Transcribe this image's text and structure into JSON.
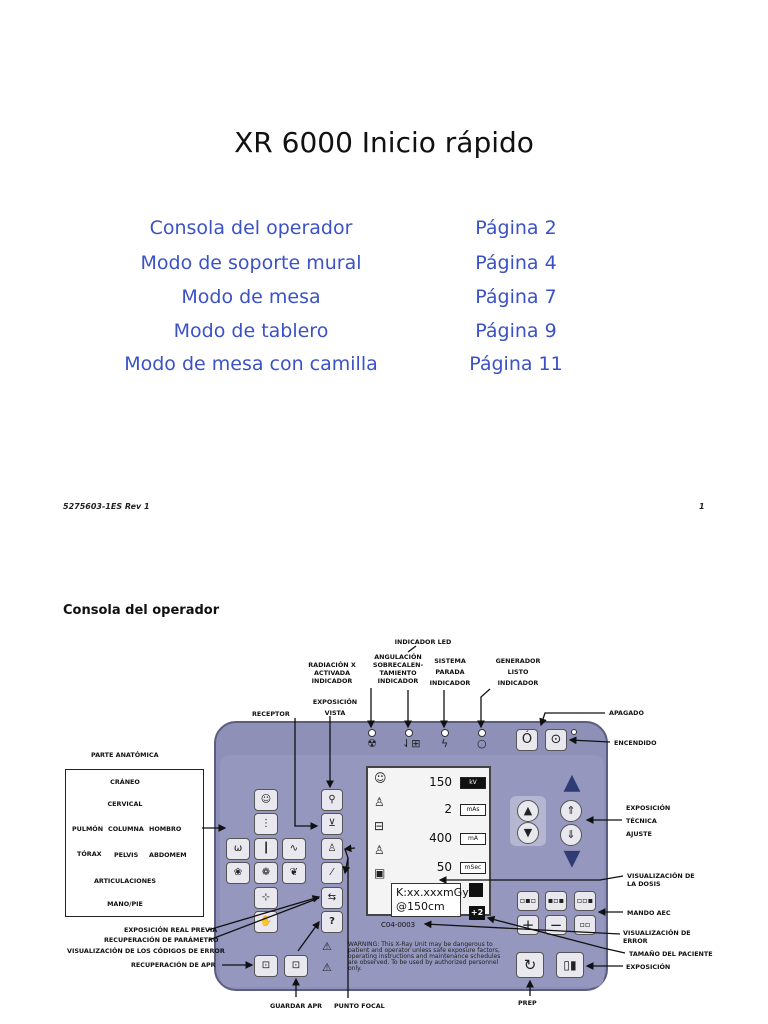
{
  "document": {
    "title": "XR 6000 Inicio rápido",
    "toc": [
      {
        "label": "Consola del operador",
        "page": "Página 2"
      },
      {
        "label": "Modo de soporte mural",
        "page": "Página 4"
      },
      {
        "label": "Modo de mesa",
        "page": "Página 7"
      },
      {
        "label": "Modo de tablero",
        "page": "Página 9"
      },
      {
        "label": "Modo de mesa con camilla",
        "page": "Página 11"
      }
    ],
    "footer_code": "5275603-1ES  Rev 1",
    "footer_page": "1",
    "section_title": "Consola del operador"
  },
  "diagram": {
    "top_labels": {
      "indicador_led": "INDICADOR LED",
      "radiacion": [
        "RADIACIÓN X",
        "ACTIVADA",
        "INDICADOR"
      ],
      "angulacion": [
        "ANGULACIÓN",
        "SOBRECALEN-",
        "TAMIENTO",
        "INDICADOR"
      ],
      "sistema": [
        "SISTEMA",
        "PARADA",
        "INDICADOR"
      ],
      "generador": [
        "GENERADOR",
        "LISTO",
        "INDICADOR"
      ],
      "exposicion_vista": [
        "EXPOSICIÓN",
        "VISTA"
      ],
      "receptor": "RECEPTOR",
      "apagado": "APAGADO",
      "encendido": "ENCENDIDO",
      "parte_anatomica": "PARTE ANATÓMICA"
    },
    "anatomy_box": {
      "craneo": "CRÁNEO",
      "cervical": "CERVICAL",
      "pulmon": "PULMÓN",
      "columna": "COLUMNA",
      "hombro": "HOMBRO",
      "torax": "TÓRAX",
      "pelvis": "PELVIS",
      "abdomem": "ABDOMEM",
      "articulaciones": "ARTICULACIONES",
      "mano_pie": "MANO/PIE"
    },
    "right_labels": {
      "exposicion_tecnica_ajuste": [
        "EXPOSICIÓN",
        "TÉCNICA",
        "AJUSTE"
      ],
      "visualizacion_dosis": [
        "VISUALIZACIÓN DE",
        "LA DOSIS"
      ],
      "mando_aec": "MANDO AEC",
      "visualizacion_error": [
        "VISUALIZACIÓN DE",
        "ERROR"
      ],
      "tamano_paciente": "TAMAÑO DEL PACIENTE",
      "exposicion": "EXPOSICIÓN"
    },
    "left_labels": {
      "exposicion_real_previa": "EXPOSICIÓN REAL PREVIA",
      "recuperacion_parametro": "RECUPERACIÓN DE PARÁMETRO",
      "visualizacion_codigos_error": "VISUALIZACIÓN DE LOS CÓDIGOS DE ERROR",
      "recuperacion_apr": "RECUPERACIÓN DE APR"
    },
    "bottom_labels": {
      "guardar_apr": "GUARDAR APR",
      "punto_focal": "PUNTO FOCAL",
      "prep": "PREP"
    },
    "display": {
      "kv_value": "150",
      "kv_unit": "kV",
      "mas_value": "2",
      "mas_unit": "mAs",
      "ma_value": "400",
      "ma_unit": "mA",
      "msec_value": "50",
      "msec_unit": "mSec",
      "dose_line1": "K:xx.xxxmGy",
      "dose_line2": "@150cm",
      "patient_size": "+2",
      "error_code": "C04-0003"
    },
    "warning_text": "WARNING: This X-Ray Unit may be dangerous to patient and operator unless safe exposure factors, operating instructions and maintenance schedules are observed. To be used by authorized personnel only.",
    "colors": {
      "panel": "#8e90b8",
      "toc_link": "#3b52c6",
      "key": "#e8e8ee"
    }
  }
}
